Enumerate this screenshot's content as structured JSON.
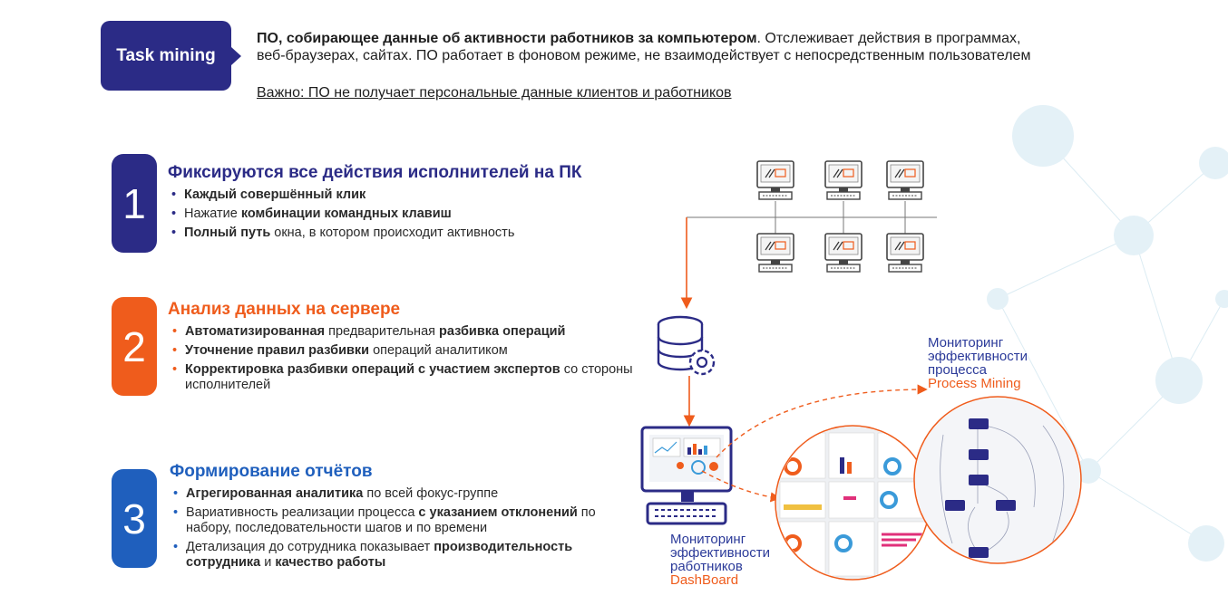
{
  "header": {
    "tag_label": "Task mining",
    "intro_bold": "ПО, собирающее данные об активности работников за компьютером",
    "intro_rest": ". Отслеживает действия в программах, веб-браузерах, сайтах. ПО работает в фоновом режиме, не взаимодействует с непосредственным пользователем",
    "note": "Важно: ПО не получает персональные данные клиентов и работников"
  },
  "steps": [
    {
      "number": "1",
      "title": "Фиксируются все действия исполнителей на ПК",
      "color": "#2b2b86",
      "bullets": [
        [
          {
            "t": "Каждый совершённый клик",
            "b": true
          }
        ],
        [
          {
            "t": "Нажатие ",
            "b": false
          },
          {
            "t": "комбинации командных клавиш",
            "b": true
          }
        ],
        [
          {
            "t": "Полный путь",
            "b": true
          },
          {
            "t": " окна, в котором происходит активность",
            "b": false
          }
        ]
      ]
    },
    {
      "number": "2",
      "title": "Анализ данных на сервере",
      "color": "#ef5c1c",
      "bullets": [
        [
          {
            "t": "Автоматизированная",
            "b": true
          },
          {
            "t": " предварительная ",
            "b": false
          },
          {
            "t": "разбивка операций",
            "b": true
          }
        ],
        [
          {
            "t": "Уточнение правил разбивки",
            "b": true
          },
          {
            "t": " операций аналитиком",
            "b": false
          }
        ],
        [
          {
            "t": "Корректировка разбивки операций с участием экспертов",
            "b": true
          },
          {
            "t": " со стороны исполнителей",
            "b": false
          }
        ]
      ]
    },
    {
      "number": "3",
      "title": "Формирование отчётов",
      "color": "#1f5fbd",
      "bullets": [
        [
          {
            "t": "Агрегированная аналитика",
            "b": true
          },
          {
            "t": " по всей фокус-группе",
            "b": false
          }
        ],
        [
          {
            "t": "Вариативность реализации процесса ",
            "b": false
          },
          {
            "t": "с указанием отклонений",
            "b": true
          },
          {
            "t": " по набору, последовательности шагов и по времени",
            "b": false
          }
        ],
        [
          {
            "t": "Детализация до сотрудника показывает ",
            "b": false
          },
          {
            "t": "производительность сотрудника",
            "b": true
          },
          {
            "t": " и ",
            "b": false
          },
          {
            "t": "качество работы",
            "b": true
          }
        ]
      ]
    }
  ],
  "captions": {
    "process_mining_line1": "Мониторинг",
    "process_mining_line2": "эффективности",
    "process_mining_line3": "процесса",
    "process_mining_accent": "Process Mining",
    "dashboard_line1": "Мониторинг",
    "dashboard_line2": "эффективности",
    "dashboard_line3": "работников",
    "dashboard_accent": "DashBoard"
  },
  "icons": [
    "computer-icon",
    "server-database-icon",
    "gear-icon",
    "monitor-analytics-icon"
  ],
  "colors": {
    "navy": "#2b2b86",
    "orange": "#ef5c1c",
    "blue": "#1f5fbd",
    "caption": "#2b3a99"
  }
}
